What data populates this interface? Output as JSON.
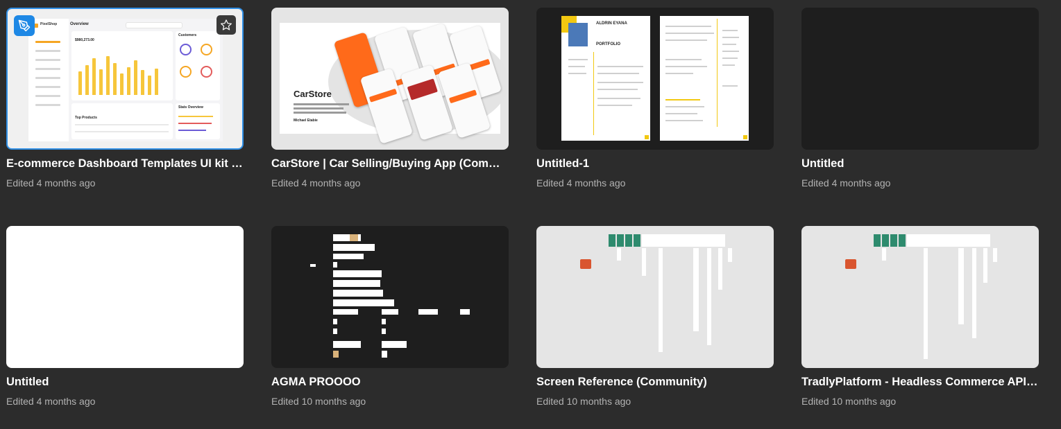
{
  "files": [
    {
      "title": "E-commerce Dashboard Templates UI kit (Community)",
      "edited": "Edited 4 months ago",
      "thumb_bg": "#f0f0f0",
      "selected": true,
      "preview": {
        "brand": "PixelShop",
        "heading": "Overview",
        "amount": "$980,273.00",
        "panel1": "Customers",
        "panel2": "Stats Overview",
        "panel3": "Top Products"
      }
    },
    {
      "title": "CarStore | Car Selling/Buying App (Community)",
      "edited": "Edited 4 months ago",
      "thumb_bg": "#e5e5e5",
      "preview": {
        "heading": "CarStore",
        "author": "Michael Etabie"
      }
    },
    {
      "title": "Untitled-1",
      "edited": "Edited 4 months ago",
      "thumb_bg": "#1e1e1e",
      "preview": {
        "name": "ALDRIN EYANA",
        "label": "PORTFOLIO"
      }
    },
    {
      "title": "Untitled",
      "edited": "Edited 4 months ago",
      "thumb_bg": "#1e1e1e"
    },
    {
      "title": "Untitled",
      "edited": "Edited 4 months ago",
      "thumb_bg": "#ffffff"
    },
    {
      "title": "AGMA PROOOO",
      "edited": "Edited 10 months ago",
      "thumb_bg": "#1e1e1e"
    },
    {
      "title": "Screen Reference (Community)",
      "edited": "Edited 10 months ago",
      "thumb_bg": "#e5e5e5"
    },
    {
      "title": "TradlyPlatform - Headless Commerce API (Community)",
      "edited": "Edited 10 months ago",
      "thumb_bg": "#e5e5e5"
    }
  ],
  "colors": {
    "page_bg": "#2c2c2c",
    "selection": "#2f8fe6",
    "badge": "#1e88e5",
    "accent_orange": "#ff6a1a",
    "accent_yellow": "#f6c63b",
    "flow_green": "#2e8b6e"
  },
  "icons": {
    "badge": "pen-tool-icon",
    "favorite": "star-icon"
  }
}
